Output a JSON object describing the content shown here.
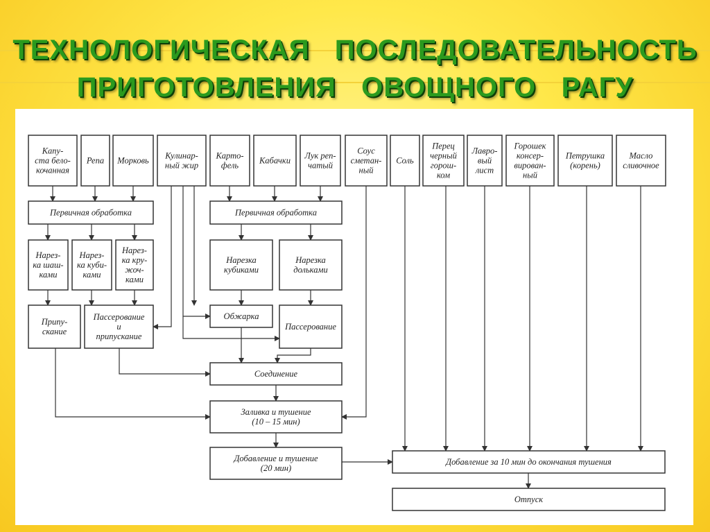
{
  "title": {
    "line1": "ТЕХНОЛОГИЧЕСКАЯ   ПОСЛЕДОВАТЕЛЬНОСТЬ",
    "line2": "ПРИГОТОВЛЕНИЯ   ОВОЩНОГО   РАГУ"
  },
  "diagram": {
    "ingredients": [
      {
        "id": "kap",
        "lines": [
          "Капу-",
          "ста бело-",
          "кочанная"
        ]
      },
      {
        "id": "repa",
        "lines": [
          "Репа"
        ]
      },
      {
        "id": "mork",
        "lines": [
          "Морковь"
        ]
      },
      {
        "id": "zhir",
        "lines": [
          "Кулинар-",
          "ный жир"
        ]
      },
      {
        "id": "kart",
        "lines": [
          "Карто-",
          "фель"
        ]
      },
      {
        "id": "kab",
        "lines": [
          "Кабачки"
        ]
      },
      {
        "id": "luk",
        "lines": [
          "Лук реп-",
          "чатый"
        ]
      },
      {
        "id": "sous",
        "lines": [
          "Соус",
          "сметан-",
          "ный"
        ]
      },
      {
        "id": "sol",
        "lines": [
          "Соль"
        ]
      },
      {
        "id": "perec",
        "lines": [
          "Перец",
          "черный",
          "горош-",
          "ком"
        ]
      },
      {
        "id": "lavr",
        "lines": [
          "Лавро-",
          "вый",
          "лист"
        ]
      },
      {
        "id": "gor",
        "lines": [
          "Горошек",
          "консер-",
          "вирован-",
          "ный"
        ]
      },
      {
        "id": "petr",
        "lines": [
          "Петрушка",
          "(корень)"
        ]
      },
      {
        "id": "maslo",
        "lines": [
          "Масло",
          "сливочное"
        ]
      }
    ],
    "steps": [
      {
        "id": "perv1",
        "lines": [
          "Первичная обработка"
        ]
      },
      {
        "id": "perv2",
        "lines": [
          "Первичная обработка"
        ]
      },
      {
        "id": "nar_sh",
        "lines": [
          "Нарез-",
          "ка шаш-",
          "ками"
        ]
      },
      {
        "id": "nar_kub1",
        "lines": [
          "Нарез-",
          "ка куби-",
          "ками"
        ]
      },
      {
        "id": "nar_kr",
        "lines": [
          "Нарез-",
          "ка кру-",
          "жоч-",
          "ками"
        ]
      },
      {
        "id": "nar_kub2",
        "lines": [
          "Нарезка",
          "кубиками"
        ]
      },
      {
        "id": "nar_dol",
        "lines": [
          "Нарезка",
          "дольками"
        ]
      },
      {
        "id": "prip",
        "lines": [
          "Припу-",
          "скание"
        ]
      },
      {
        "id": "pass_prip",
        "lines": [
          "Пассерование",
          "и",
          "припускание"
        ]
      },
      {
        "id": "obzh",
        "lines": [
          "Обжарка"
        ]
      },
      {
        "id": "pass",
        "lines": [
          "Пассерование"
        ]
      },
      {
        "id": "soed",
        "lines": [
          "Соединение"
        ]
      },
      {
        "id": "zaliv",
        "lines": [
          "Заливка и тушение",
          "(10 – 15 мин)"
        ]
      },
      {
        "id": "dob20",
        "lines": [
          "Добавление и тушение",
          "(20 мин)"
        ]
      },
      {
        "id": "dob10",
        "lines": [
          "Добавление за 10 мин до окончания тушения"
        ]
      },
      {
        "id": "otpusk",
        "lines": [
          "Отпуск"
        ]
      }
    ]
  }
}
